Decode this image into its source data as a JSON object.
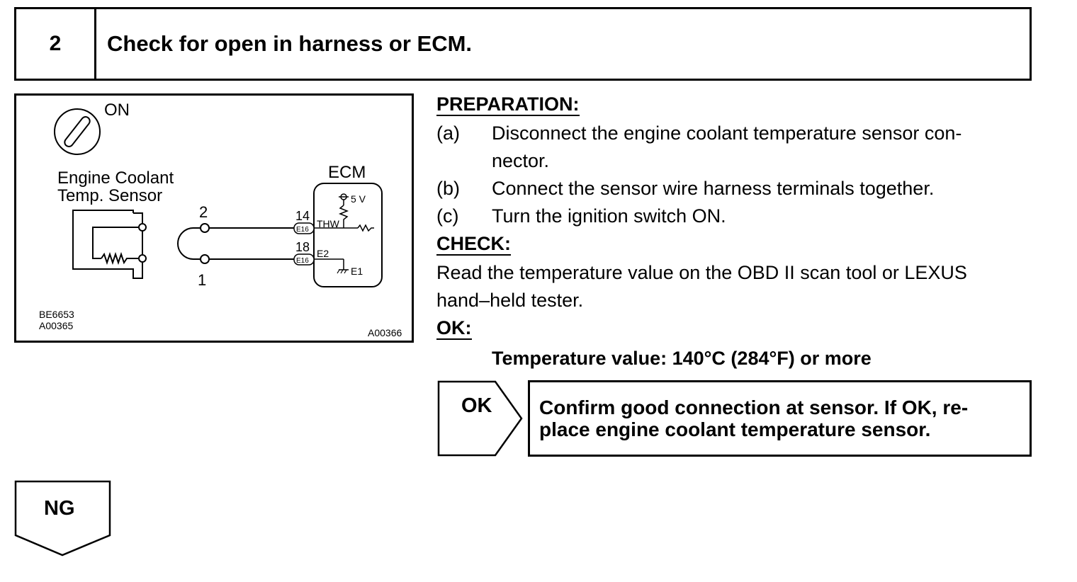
{
  "step": {
    "number": "2",
    "title": "Check for open in harness or ECM."
  },
  "diagram": {
    "ignition_label": "ON",
    "sensor_label_line1": "Engine Coolant",
    "sensor_label_line2": "Temp. Sensor",
    "ecm_label": "ECM",
    "voltage_label": "5 V",
    "pin_top": "2",
    "pin_bottom": "1",
    "terminal_thw_pin": "14",
    "terminal_e2_pin": "18",
    "connector_top": "E16",
    "connector_bottom": "E16",
    "signal_thw": "THW",
    "signal_e2": "E2",
    "ground_e1": "E1",
    "ref_code_1": "BE6653",
    "ref_code_2": "A00365",
    "ref_code_3": "A00366"
  },
  "preparation": {
    "heading": "PREPARATION:",
    "items": [
      {
        "letter": "(a)",
        "text": "Disconnect the engine coolant temperature sensor con-",
        "text2": "nector."
      },
      {
        "letter": "(b)",
        "text": "Connect the sensor wire harness terminals together."
      },
      {
        "letter": "(c)",
        "text": "Turn the ignition switch ON."
      }
    ]
  },
  "check": {
    "heading": "CHECK:",
    "line1": "Read the temperature value on the OBD II scan tool or LEXUS",
    "line2": "hand–held tester."
  },
  "ok_spec": {
    "heading": "OK:",
    "value": "Temperature value: 140°C (284°F) or more"
  },
  "ok_branch": {
    "label": "OK",
    "result_line1": "Confirm good connection at sensor. If OK, re-",
    "result_line2": "place engine coolant temperature sensor."
  },
  "ng_branch": {
    "label": "NG"
  }
}
